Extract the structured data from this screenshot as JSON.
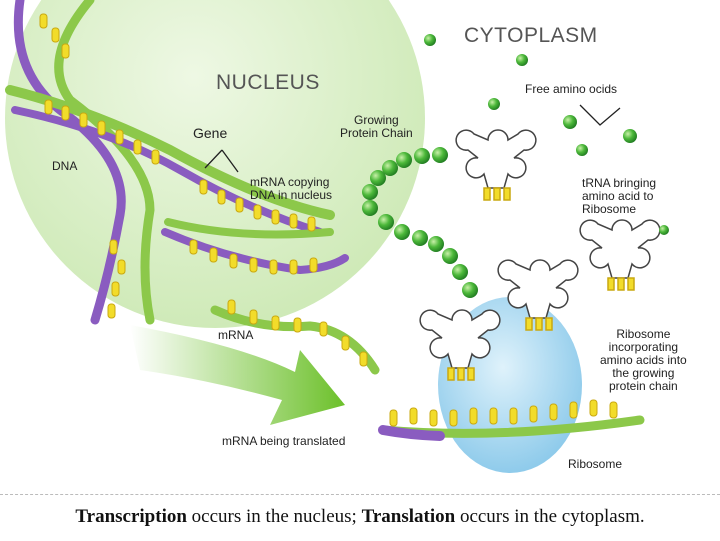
{
  "labels": {
    "cytoplasm": "CYTOPLASM",
    "nucleus": "NUCLEUS",
    "free_amino_acids": "Free amino ocids",
    "growing_chain": "Growing\nProtein Chain",
    "gene": "Gene",
    "dna": "DNA",
    "mrna_copying": "mRNA copying\nDNA in nucleus",
    "trna": "tRNA bringing\namino acid to\nRibosome",
    "mrna": "mRNA",
    "ribosome_incorporating": "Ribosome\nincorporating\namino acids into\nthe growing\nprotein chain",
    "mrna_translated": "mRNA being translated",
    "ribosome": "Ribosome"
  },
  "caption": {
    "term1": "Transcription",
    "text1": " occurs in the nucleus; ",
    "term2": "Translation",
    "text2": " occurs in the cytoplasm."
  },
  "colors": {
    "nucleus": "#d8f0c8",
    "dna_green": "#8cc84a",
    "dna_purple": "#8a5cc0",
    "base_yellow": "#f2dc2a",
    "amino_green": "#3aa83a",
    "ribosome_blue": "#a8d8f0",
    "arrow_green": "#7cc83a"
  }
}
